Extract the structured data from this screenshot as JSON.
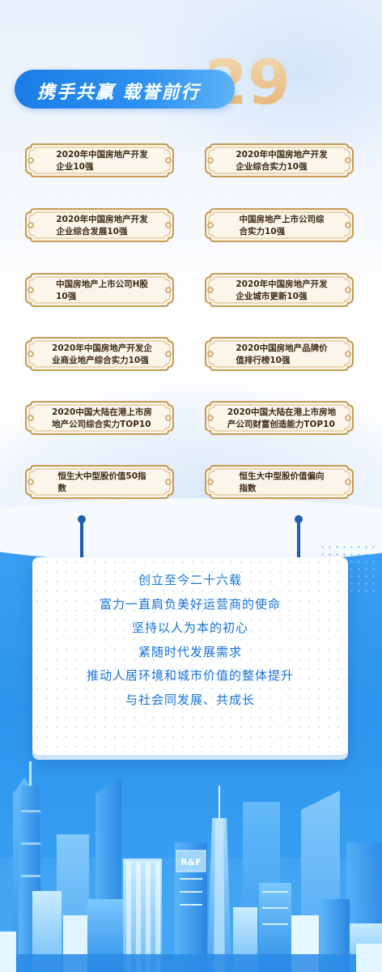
{
  "banner": {
    "title": "携手共赢  载誉前行",
    "deco_number": "29"
  },
  "awards": [
    {
      "lines": [
        "2020年中国房地产开发",
        "企业10强"
      ]
    },
    {
      "lines": [
        "2020年中国房地产开发",
        "企业综合实力10强"
      ]
    },
    {
      "lines": [
        "2020年中国房地产开发",
        "企业综合发展10强"
      ]
    },
    {
      "lines": [
        "中国房地产上市公司综",
        "合实力10强"
      ]
    },
    {
      "lines": [
        "中国房地产上市公司H股",
        "10强"
      ]
    },
    {
      "lines": [
        "2020年中国房地产开发",
        "企业城市更新10强"
      ]
    },
    {
      "lines": [
        "2020年中国房地产开发企",
        "业商业地产综合实力10强"
      ]
    },
    {
      "lines": [
        "2020中国房地产品牌价",
        "值排行榜10强"
      ]
    },
    {
      "lines": [
        "2020中国大陆在港上市房",
        "地产公司综合实力TOP10"
      ]
    },
    {
      "lines": [
        "2020中国大陆在港上市房地",
        "产公司财富创造能力TOP10"
      ]
    },
    {
      "lines": [
        "恒生大中型股价值50指",
        "数"
      ]
    },
    {
      "lines": [
        "恒生大中型股价值偏向",
        "指数"
      ]
    }
  ],
  "board": {
    "lines": [
      "创立至今二十六载",
      "富力一直肩负美好运营商的使命",
      "坚持以人为本的初心",
      "紧随时代发展需求",
      "推动人居环境和城市价值的整体提升",
      "与社会同发展、共成长"
    ]
  },
  "skyline": {
    "logo_text": "R&F"
  },
  "colors": {
    "banner_blue": "#1a7de8",
    "board_text": "#1672d6",
    "plaque_gold": "#c69a52",
    "plaque_text": "#3b2a14",
    "bottom_blue": "#2e95ee"
  }
}
